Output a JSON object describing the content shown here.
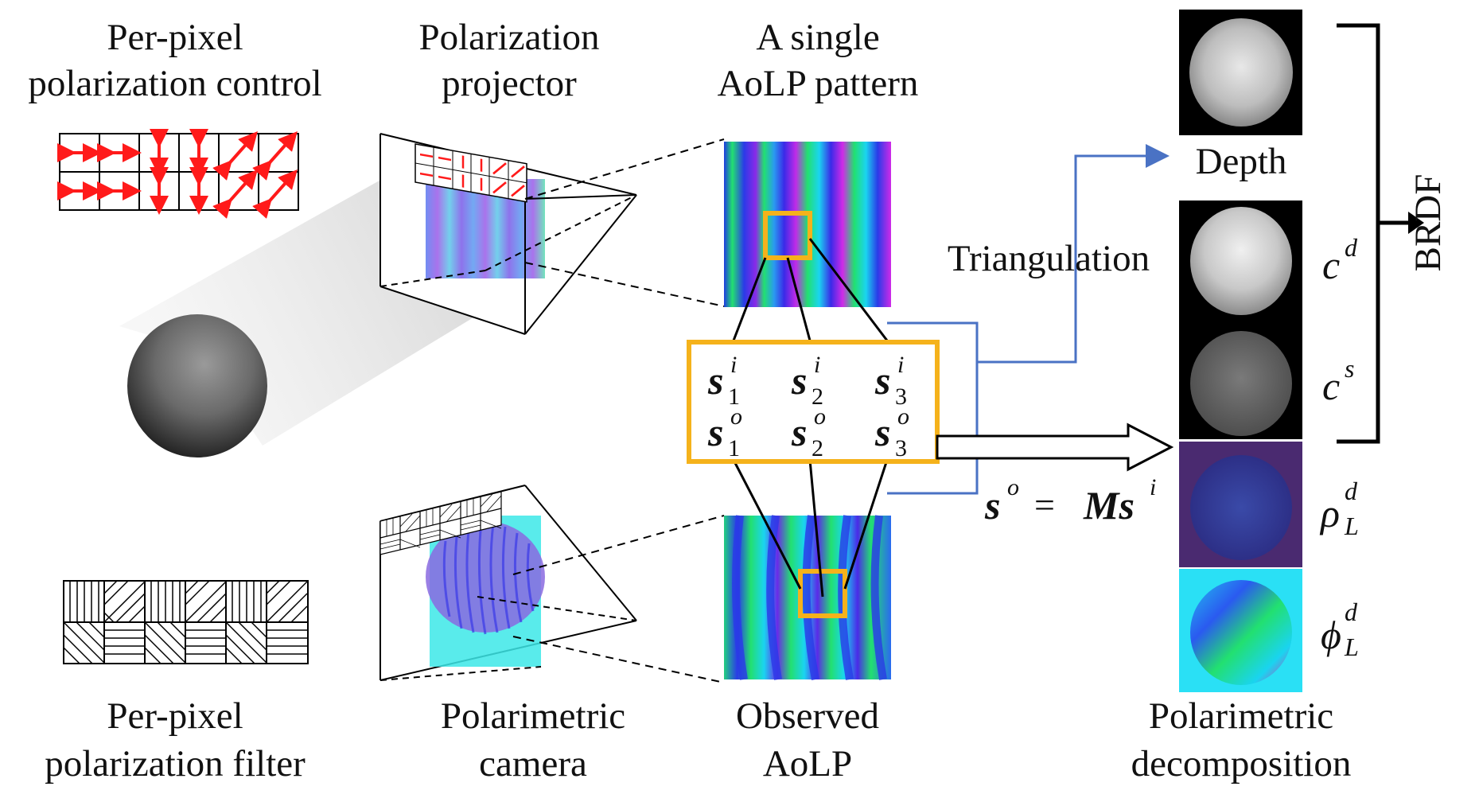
{
  "labels": {
    "per_pixel_control_line1": "Per-pixel",
    "per_pixel_control_line2": "polarization control",
    "projector_line1": "Polarization",
    "projector_line2": "projector",
    "pattern_line1": "A single",
    "pattern_line2": "AoLP pattern",
    "depth": "Depth",
    "triangulation": "Triangulation",
    "brdf": "BRDF",
    "filter_line1": "Per-pixel",
    "filter_line2": "polarization filter",
    "camera_line1": "Polarimetric",
    "camera_line2": "camera",
    "observed_line1": "Observed",
    "observed_line2": "AoLP",
    "decomp_line1": "Polarimetric",
    "decomp_line2": "decomposition"
  },
  "math": {
    "stokes_base": "s",
    "sub1": "1",
    "sub2": "2",
    "sub3": "3",
    "sup_in": "i",
    "sup_out": "o",
    "equation_lhs": "s",
    "equation_lhs_sup": "o",
    "equation_eq": "=",
    "equation_rhs": "Ms",
    "equation_rhs_sup": "i",
    "cd_base": "c",
    "cd_sup": "d",
    "cs_base": "c",
    "cs_sup": "s",
    "rho_base": "ρ",
    "rho_sub": "L",
    "rho_sup": "d",
    "phi_base": "ϕ",
    "phi_sub": "L",
    "phi_sup": "d"
  },
  "colors": {
    "highlight_box": "#f5b21b",
    "flow_arrow": "#4a72c4",
    "polarization_arrow": "#ff1a1a",
    "stripe_blue": "#3a3af0",
    "stripe_green": "#22e070",
    "stripe_magenta": "#d02ae8",
    "stripe_cyan": "#1ad4f0"
  }
}
